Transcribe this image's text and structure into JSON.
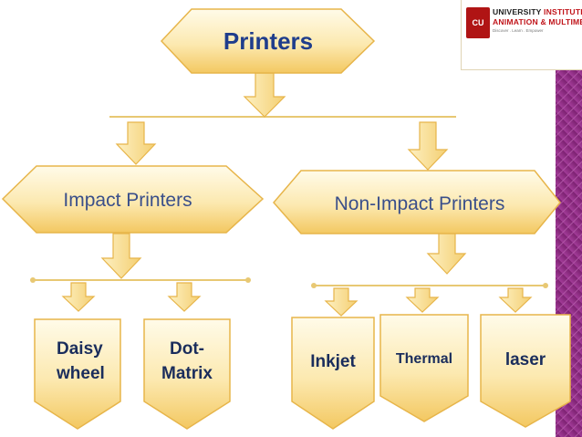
{
  "logo": {
    "seal": "CU",
    "line1_a": "UNIVERSITY ",
    "line1_b": "INSTITUTE OF",
    "line2": "ANIMATION & MULTIMEDIA",
    "line3": "Discover . Learn . Empower"
  },
  "nodes": {
    "root": "Printers",
    "impact": "Impact Printers",
    "nonimpact": "Non-Impact Printers",
    "daisy_l1": "Daisy",
    "daisy_l2": "wheel",
    "dot_l1": "Dot-",
    "dot_l2": "Matrix",
    "inkjet": "Inkjet",
    "thermal": "Thermal",
    "laser": "laser"
  },
  "colors": {
    "box_light": "#fff8dc",
    "box_mid": "#fbe6a4",
    "box_dark": "#f3c960",
    "border": "#e7b54a",
    "text_title": "#1f3d8c",
    "text_mid": "#3a4f8a",
    "text_leaf": "#1a2d5c",
    "accent_purple": "#8c2a86",
    "rule": "#e8c873"
  }
}
